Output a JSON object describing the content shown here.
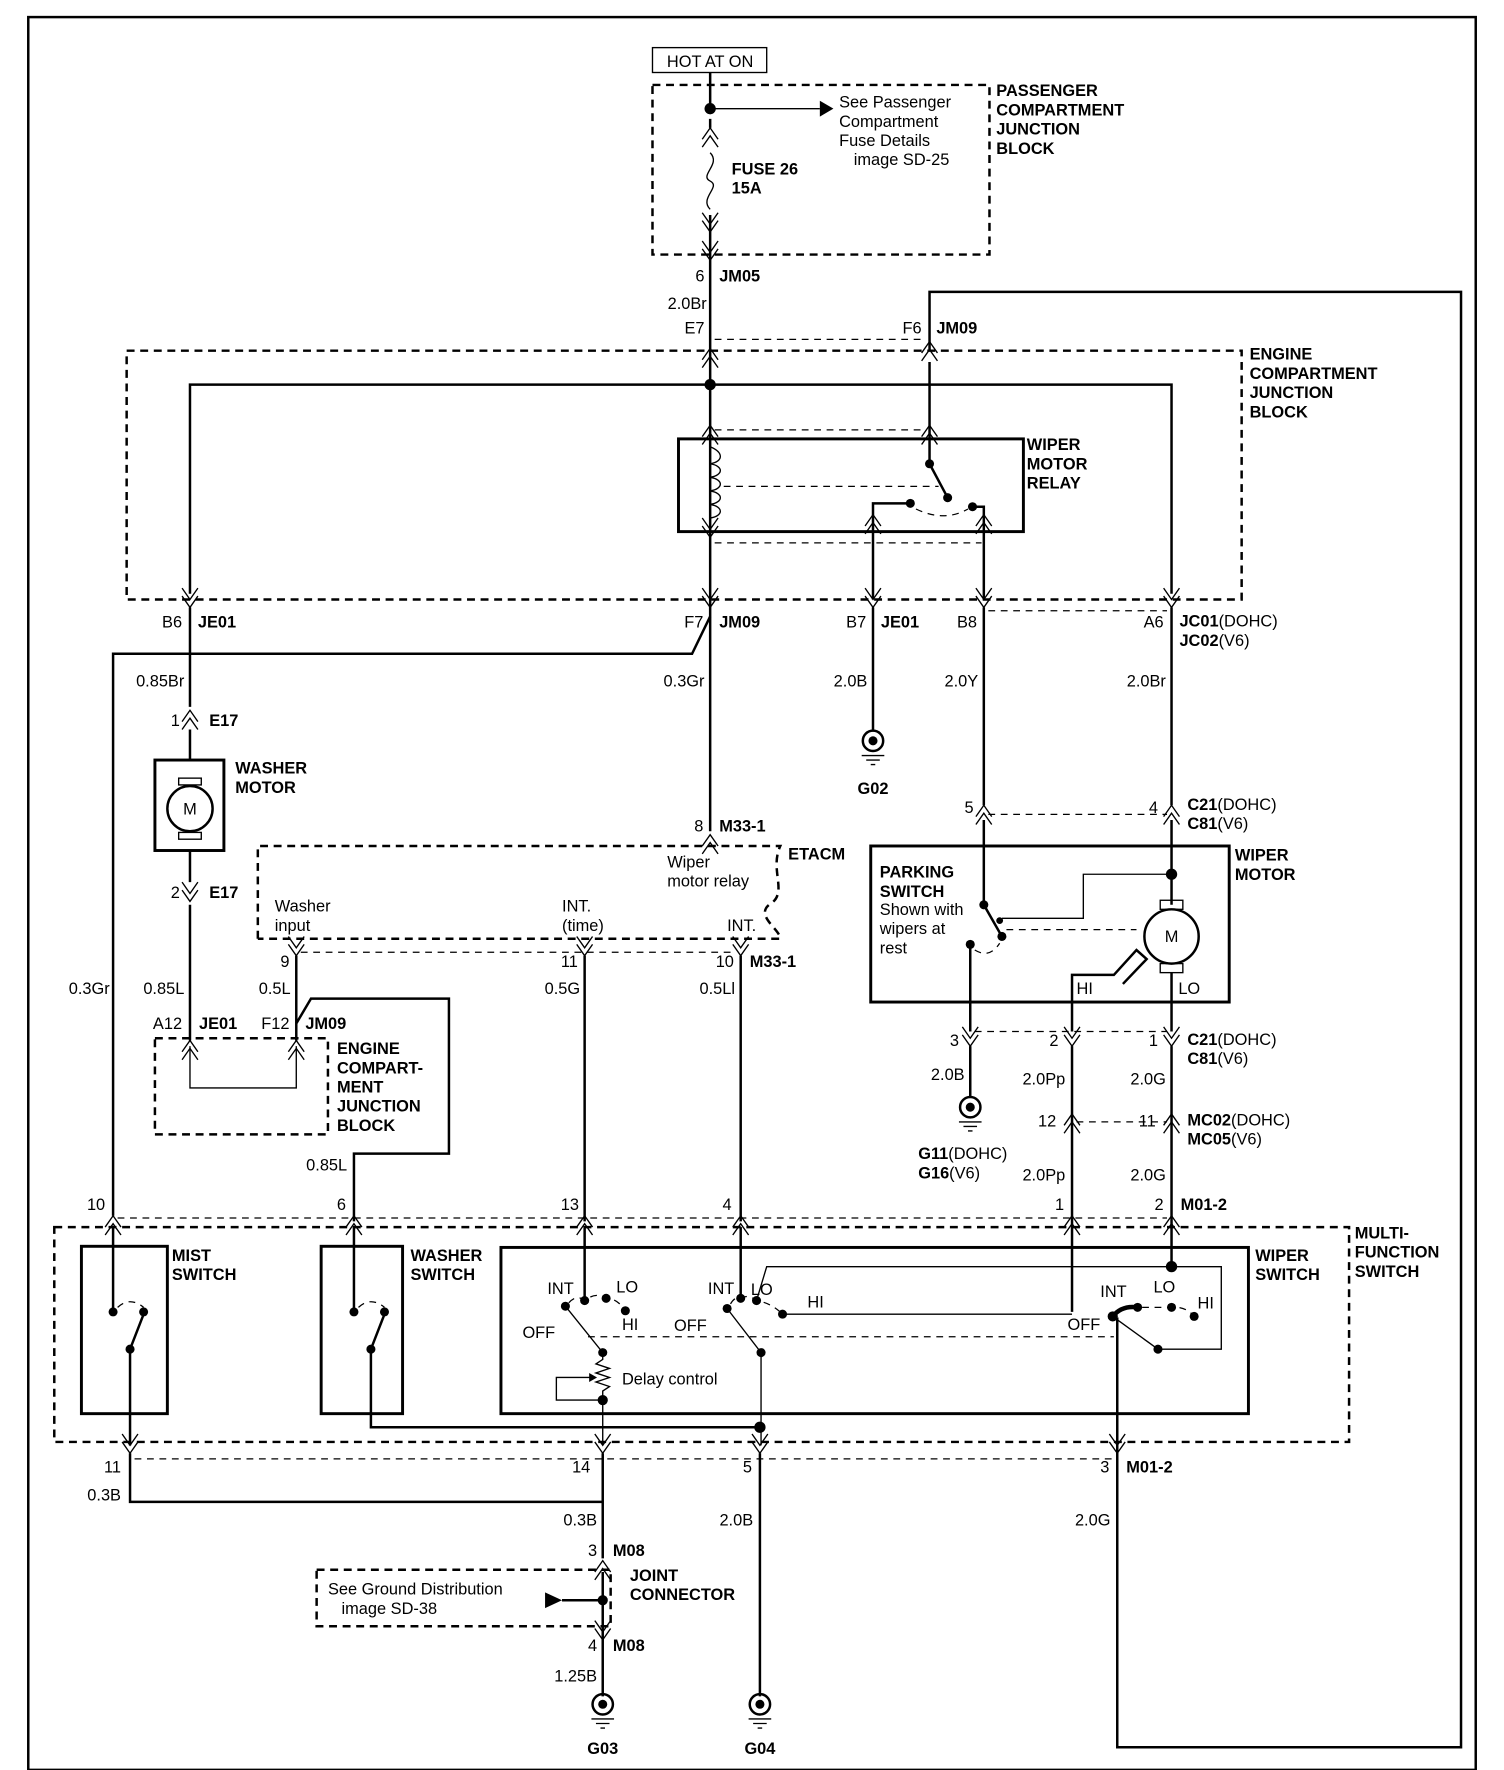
{
  "power": {
    "hot": "HOT AT ON"
  },
  "pcjb": {
    "label": [
      "PASSENGER",
      "COMPARTMENT",
      "JUNCTION",
      "BLOCK"
    ],
    "note": [
      "See Passenger",
      "Compartment",
      "Fuse Details",
      "image SD-25"
    ],
    "fuse": [
      "FUSE 26",
      "15A"
    ]
  },
  "jm05": {
    "pin": "6",
    "conn": "JM05",
    "wire": "2.0Br"
  },
  "ecjb": {
    "label": [
      "ENGINE",
      "COMPARTMENT",
      "JUNCTION",
      "BLOCK"
    ],
    "e7": "E7",
    "f6": "F6",
    "f6_conn": "JM09"
  },
  "relay": {
    "label": [
      "WIPER",
      "MOTOR",
      "RELAY"
    ]
  },
  "row1": {
    "b6": "B6",
    "b6c": "JE01",
    "f7": "F7",
    "f7c": "JM09",
    "b7": "B7",
    "b7c": "JE01",
    "b8": "B8",
    "a6": "A6",
    "a6c1": "JC01",
    "a6c1s": "(DOHC)",
    "a6c2": "JC02",
    "a6c2s": "(V6)"
  },
  "wires": {
    "w085br": "0.85Br",
    "w03gr_a": "0.3Gr",
    "w20b_a": "2.0B",
    "w20y": "2.0Y",
    "w20br": "2.0Br",
    "w03gr_b": "0.3Gr",
    "w085l_a": "0.85L",
    "w05l": "0.5L",
    "w05g": "0.5G",
    "w05li": "0.5Ll",
    "w085l_b": "0.85L",
    "w20b_b": "2.0B",
    "w20pp_a": "2.0Pp",
    "w20g_a": "2.0G",
    "w20pp_b": "2.0Pp",
    "w20g_b": "2.0G",
    "w03b_a": "0.3B",
    "w03b_b": "0.3B",
    "w20b_c": "2.0B",
    "w20g_c": "2.0G",
    "w125b": "1.25B"
  },
  "washer_motor": {
    "label": [
      "WASHER",
      "MOTOR"
    ],
    "m": "M",
    "p1": "1",
    "p2": "2",
    "conn": "E17"
  },
  "grounds": {
    "g02": "G02",
    "g11": "G11",
    "g11s": "(DOHC)",
    "g16": "G16",
    "g16s": "(V6)",
    "g03": "G03",
    "g04": "G04"
  },
  "etacm": {
    "label": "ETACM",
    "pin8": "8",
    "conn": "M33-1",
    "relay_text": [
      "Wiper",
      "motor relay"
    ],
    "washer_text": [
      "Washer",
      "input"
    ],
    "int_time": [
      "INT.",
      "(time)"
    ],
    "int": "INT.",
    "pin9": "9",
    "pin11": "11",
    "pin10": "10"
  },
  "inner_ecjb": {
    "label": [
      "ENGINE",
      "COMPART-",
      "MENT",
      "JUNCTION",
      "BLOCK"
    ],
    "a12": "A12",
    "a12c": "JE01",
    "f12": "F12",
    "f12c": "JM09"
  },
  "c21_top": {
    "p5": "5",
    "p4": "4",
    "c1": "C21",
    "c1s": "(DOHC)",
    "c2": "C81",
    "c2s": "(V6)"
  },
  "wiper_motor": {
    "label": [
      "WIPER",
      "MOTOR"
    ],
    "m": "M",
    "hi": "HI",
    "lo": "LO",
    "parking": [
      "PARKING",
      "SWITCH"
    ],
    "parking_note": [
      "Shown with",
      "wipers at",
      "rest"
    ]
  },
  "c21_bot": {
    "p3": "3",
    "p2": "2",
    "p1": "1",
    "c1": "C21",
    "c1s": "(DOHC)",
    "c2": "C81",
    "c2s": "(V6)"
  },
  "mc02": {
    "p12": "12",
    "p11": "11",
    "c1": "MC02",
    "c1s": "(DOHC)",
    "c2": "MC05",
    "c2s": "(V6)"
  },
  "mfs": {
    "label": [
      "MULTI-",
      "FUNCTION",
      "SWITCH"
    ],
    "top_pins": {
      "p10": "10",
      "p6": "6",
      "p13": "13",
      "p4": "4",
      "p1": "1",
      "p2": "2",
      "conn": "M01-2"
    },
    "bottom_pins": {
      "p11": "11",
      "p14": "14",
      "p5": "5",
      "p3": "3",
      "conn": "M01-2"
    },
    "mist": [
      "MIST",
      "SWITCH"
    ],
    "washer": [
      "WASHER",
      "SWITCH"
    ],
    "wiper": [
      "WIPER",
      "SWITCH"
    ],
    "int": "INT",
    "lo": "LO",
    "hi": "HI",
    "off": "OFF",
    "delay": "Delay control"
  },
  "joint": {
    "label": [
      "JOINT",
      "CONNECTOR"
    ],
    "note": [
      "See Ground Distribution",
      "image SD-38"
    ],
    "p3": "3",
    "p4": "4",
    "conn": "M08"
  }
}
